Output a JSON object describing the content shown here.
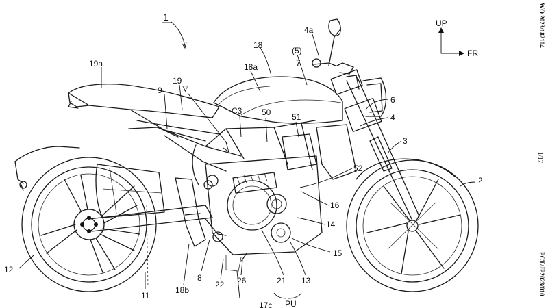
{
  "figure_number": "1",
  "direction_indicator": {
    "up": "UP",
    "forward": "FR"
  },
  "labels": {
    "l_4a": "4a",
    "l_5": "(5)",
    "l_18": "18",
    "l_7": "7",
    "l_19a": "19a",
    "l_18a": "18a",
    "l_19": "19",
    "l_9": "9",
    "l_V": "V",
    "l_C3": "C3",
    "l_50": "50",
    "l_51": "51",
    "l_6": "6",
    "l_4": "4",
    "l_3": "3",
    "l_2": "2",
    "l_52": "52",
    "l_16": "16",
    "l_14": "14",
    "l_15": "15",
    "l_12": "12",
    "l_11": "11",
    "l_18b": "18b",
    "l_8": "8",
    "l_22": "22",
    "l_26": "26",
    "l_21": "21",
    "l_13": "13",
    "l_17c": "17c",
    "l_PU": "PU"
  },
  "margin_text": {
    "top_right": "WO 2023/182104",
    "page": "1/17",
    "bottom_right": "PCT/JP2023/010"
  }
}
